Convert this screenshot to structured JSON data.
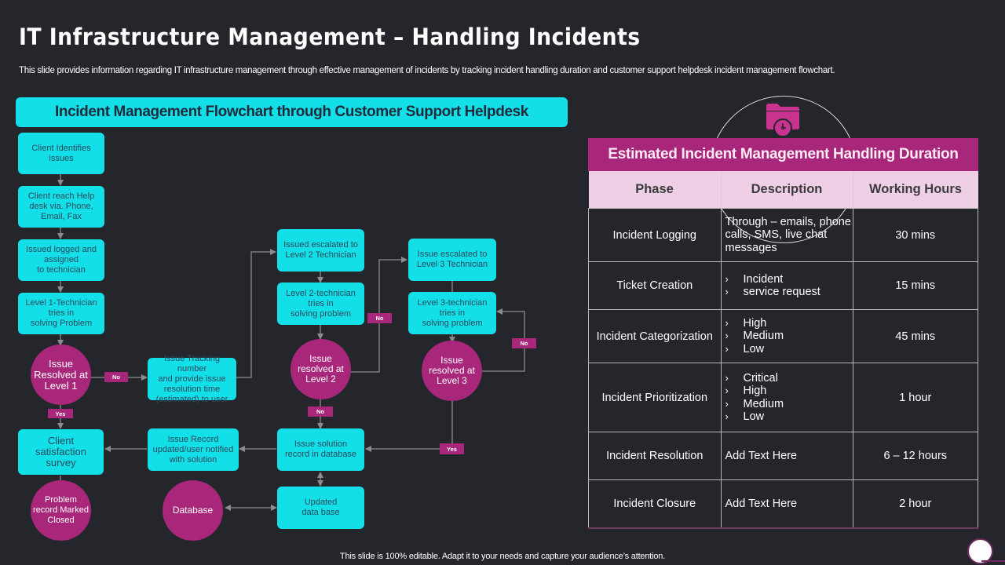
{
  "title": "IT Infrastructure Management – Handling Incidents",
  "subtitle": "This slide provides information regarding IT infrastructure management through effective management of incidents by tracking incident handling duration and customer support helpdesk incident management flowchart.",
  "flowchart": {
    "header": "Incident Management Flowchart through Customer Support Helpdesk",
    "nodes": {
      "client_identifies": "Client Identifies\nissues",
      "client_reach": "Client reach Help\ndesk via. Phone,\nEmail,  Fax",
      "issued_logged": "Issued logged and\nassigned\nto technician",
      "level1_tries": "Level 1-Technician\ntries in\nsolving Problem",
      "resolved_l1": "Issue\nResolved at\nLevel 1",
      "tracking": "Issue Tracking number\nand provide issue\nresolution time\n(estimated) to user",
      "client_survey": "Client\nsatisfaction\nsurvey",
      "problem_closed": "Problem\nrecord Marked\nClosed",
      "escalated_l2": "Issued escalated to\nLevel 2 Technician",
      "level2_tries": "Level 2-technician\ntries in\nsolving problem",
      "resolved_l2": "Issue\nresolved at\nLevel 2",
      "escalated_l3": "Issue escalated to\nLevel 3 Technician",
      "level3_tries": "Level 3-technician\ntries in\nsolving problem",
      "resolved_l3": "Issue\nresolved at\nLevel 3",
      "record_updated": "Issue Record\nupdated/user notified\nwith solution",
      "solution_record": "Issue solution\nrecord in database",
      "database": "Database",
      "updated_db": "Updated\ndata base"
    },
    "labels": {
      "no": "No",
      "yes": "Yes"
    }
  },
  "duration_table": {
    "title": "Estimated Incident Management Handling Duration",
    "icon": "folder-clock-icon",
    "columns": [
      "Phase",
      "Description",
      "Working Hours"
    ],
    "rows": [
      {
        "phase": "Incident Logging",
        "description": "Through – emails, phone calls, SMS, live chat messages",
        "bullets": [],
        "hours": "30 mins"
      },
      {
        "phase": "Ticket Creation",
        "description": "",
        "bullets": [
          "Incident",
          "service request"
        ],
        "hours": "15 mins"
      },
      {
        "phase": "Incident Categorization",
        "description": "",
        "bullets": [
          "High",
          "Medium",
          "Low"
        ],
        "hours": "45 mins"
      },
      {
        "phase": "Incident Prioritization",
        "description": "",
        "bullets": [
          "Critical",
          "High",
          "Medium",
          "Low"
        ],
        "hours": "1 hour"
      },
      {
        "phase": "Incident Resolution",
        "description": "Add Text Here",
        "bullets": [],
        "hours": "6 – 12 hours"
      },
      {
        "phase": "Incident Closure",
        "description": "Add Text Here",
        "bullets": [],
        "hours": "2 hour"
      }
    ],
    "bullet_glyph": "›"
  },
  "colors": {
    "background": "#24262b",
    "cyan": "#12dfe8",
    "magenta": "#a8277a",
    "pink_header": "#efcfe5"
  },
  "footer": "This slide is 100% editable. Adapt it to your needs and capture your audience’s attention."
}
